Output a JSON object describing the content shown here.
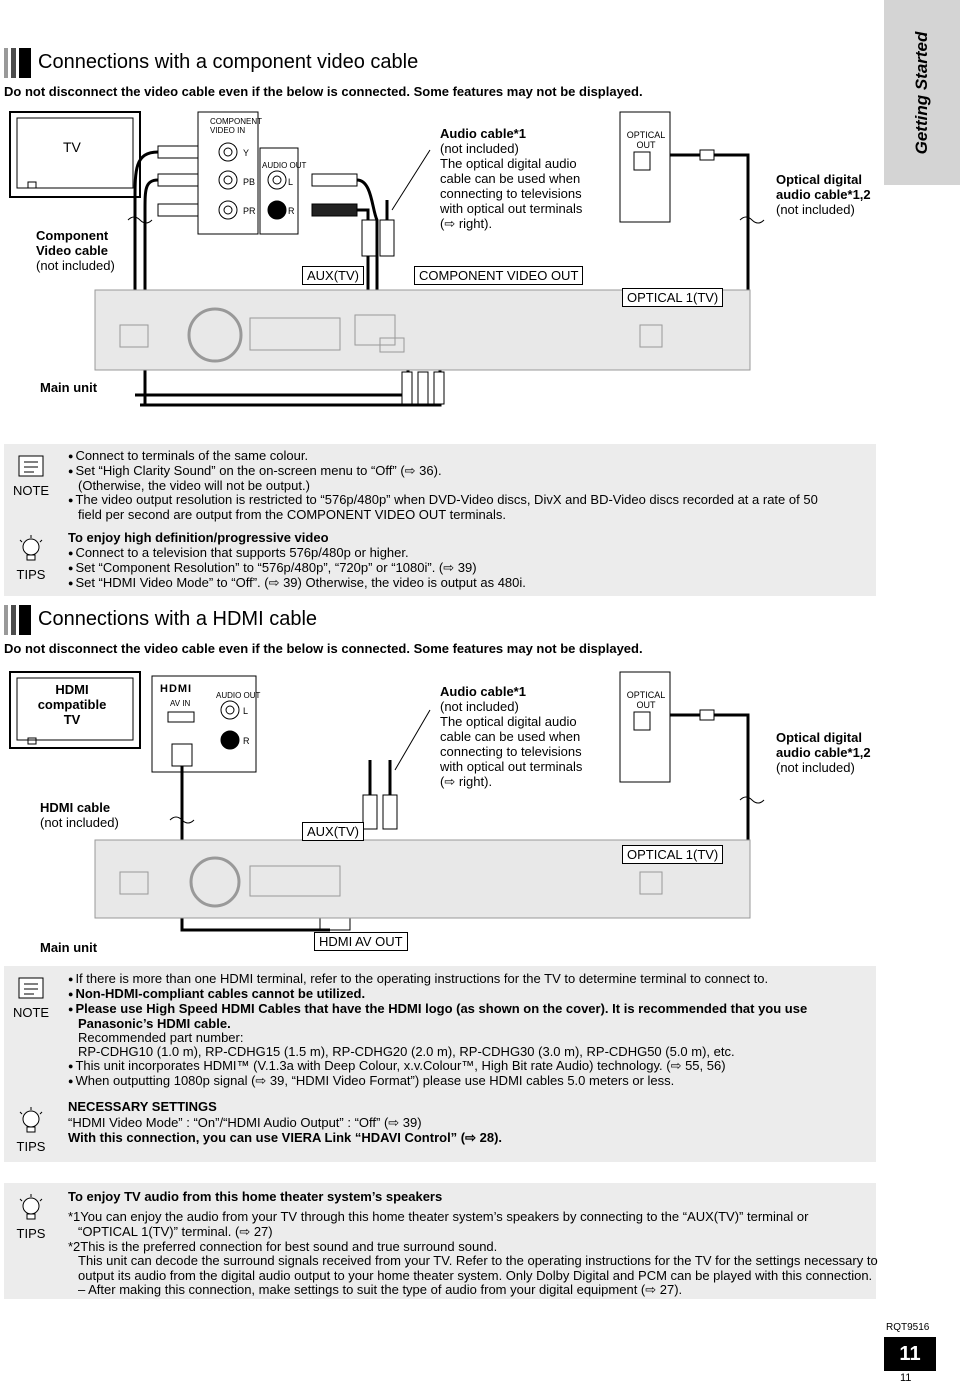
{
  "side_tab": "Getting Started",
  "section1": {
    "title": "Connections with a component video cable",
    "subtitle": "Do not disconnect the video cable even if the below is connected. Some features may not be displayed.",
    "tv_label": "TV",
    "component_cable": [
      "Component",
      "Video cable",
      "(not included)"
    ],
    "tv_panel_labels": {
      "component_video_in": "COMPONENT",
      "video_in": "VIDEO IN",
      "y": "Y",
      "pb": "PB",
      "pr": "PR",
      "audio_out": "AUDIO OUT",
      "l": "L",
      "r": "R"
    },
    "audio_cable": [
      "Audio cable*1",
      "(not included)",
      "The optical digital audio",
      "cable can be used when",
      "connecting to televisions",
      "with optical out terminals",
      "(⇨ right)."
    ],
    "optical_out": [
      "OPTICAL",
      "OUT"
    ],
    "optical_cable": [
      "Optical digital",
      "audio cable*1,2",
      "(not included)"
    ],
    "aux_tv": "AUX(TV)",
    "component_video_out": "COMPONENT VIDEO OUT",
    "optical_1_tv": "OPTICAL 1(TV)",
    "main_unit": "Main unit"
  },
  "note1": {
    "icon_label": "NOTE",
    "lines": [
      "Connect to terminals of the same colour.",
      "Set “High Clarity Sound” on the on-screen menu to “Off” (⇨ 36).",
      "(Otherwise, the video will not be output.)",
      "The video output resolution is restricted to “576p/480p” when DVD-Video discs, DivX and BD-Video discs recorded at a rate of 50",
      "field per second are output from the COMPONENT VIDEO OUT terminals."
    ]
  },
  "tips1": {
    "icon_label": "TIPS",
    "heading": "To enjoy high definition/progressive video",
    "lines": [
      "Connect to a television that supports 576p/480p or higher.",
      "Set “Component Resolution” to “576p/480p”, “720p” or “1080i”. (⇨ 39)",
      "Set “HDMI Video Mode” to “Off”. (⇨ 39) Otherwise, the video is output as 480i."
    ]
  },
  "section2": {
    "title": "Connections with a HDMI cable",
    "subtitle": "Do not disconnect the video cable even if the below is connected. Some features may not be displayed.",
    "tv_label": [
      "HDMI",
      "compatible",
      "TV"
    ],
    "hdmi_logo": "HDMI",
    "av_in": "AV IN",
    "audio_out": "AUDIO OUT",
    "l": "L",
    "r": "R",
    "hdmi_cable": [
      "HDMI cable",
      "(not included)"
    ],
    "audio_cable": [
      "Audio cable*1",
      "(not included)",
      "The optical digital audio",
      "cable can be used when",
      "connecting to televisions",
      "with optical out terminals",
      "(⇨ right)."
    ],
    "optical_out": [
      "OPTICAL",
      "OUT"
    ],
    "optical_cable": [
      "Optical digital",
      "audio cable*1,2",
      "(not included)"
    ],
    "aux_tv": "AUX(TV)",
    "optical_1_tv": "OPTICAL 1(TV)",
    "main_unit": "Main unit",
    "hdmi_av_out": "HDMI AV OUT"
  },
  "note2": {
    "icon_label": "NOTE",
    "lines": [
      "If there is more than one HDMI terminal, refer to the operating instructions for the TV to determine terminal to connect to.",
      "Non-HDMI-compliant cables cannot be utilized.",
      "Please use High Speed HDMI Cables that have the HDMI logo (as shown on the cover). It is recommended that you use",
      "Panasonic’s HDMI cable.",
      "Recommended part number:",
      "RP-CDHG10 (1.0 m), RP-CDHG15 (1.5 m), RP-CDHG20 (2.0 m), RP-CDHG30 (3.0 m), RP-CDHG50 (5.0 m), etc.",
      "This unit incorporates HDMI™ (V.1.3a with Deep Colour, x.v.Colour™, High Bit rate Audio) technology. (⇨ 55, 56)",
      "When outputting 1080p signal (⇨ 39, “HDMI Video Format”) please use HDMI cables 5.0 meters or less."
    ]
  },
  "tips2": {
    "icon_label": "TIPS",
    "heading": "NECESSARY SETTINGS",
    "lines": [
      "“HDMI Video Mode” : “On”/“HDMI Audio Output” : “Off” (⇨ 39)",
      "With this connection, you can use VIERA Link “HDAVI Control” (⇨ 28)."
    ]
  },
  "tips3": {
    "icon_label": "TIPS",
    "heading": "To enjoy TV audio from this home theater system’s speakers",
    "lines": [
      "*1You can enjoy the audio from your TV through this home theater system’s speakers by connecting to the “AUX(TV)” terminal or",
      "“OPTICAL 1(TV)” terminal. (⇨ 27)",
      "*2This is the preferred connection for best sound and true surround sound.",
      "This unit can decode the surround signals received from your TV. Refer to the operating instructions for the TV for the settings necessary to",
      "output its audio from the digital audio output to your home theater system. Only Dolby Digital and PCM can be played with this connection.",
      "– After making this connection, make settings to suit the type of audio from your digital equipment (⇨ 27)."
    ]
  },
  "model_code": "RQT9516",
  "page_number": "11"
}
